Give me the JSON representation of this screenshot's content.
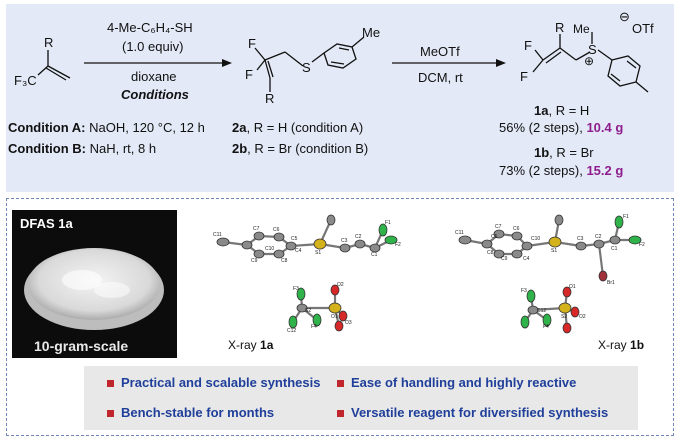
{
  "scheme": {
    "reagent1_line1": "4-Me-C₆H₄-SH",
    "reagent1_line2": "(1.0 equiv)",
    "solvent1": "dioxane",
    "conditions_label": "Conditions",
    "reagent2": "MeOTf",
    "solvent2": "DCM, rt",
    "conditionA_label": "Condition A:",
    "conditionA_text": "NaOH, 120 °C, 12 h",
    "conditionB_label": "Condition B:",
    "conditionB_text": "NaH, rt, 8 h",
    "intermediate_a_id": "2a",
    "intermediate_a_text": ", R = H (condition A)",
    "intermediate_b_id": "2b",
    "intermediate_b_text": ", R = Br (condition B)",
    "product_a_id": "1a",
    "product_a_text": ",  R = H",
    "product_a_yield": "56% (2 steps), ",
    "product_a_mass": "10.4 g",
    "product_b_id": "1b",
    "product_b_text": ", R = Br",
    "product_b_yield": "73% (2 steps), ",
    "product_b_mass": "15.2 g",
    "atoms": {
      "R": "R",
      "F3C": "F₃C",
      "F": "F",
      "S": "S",
      "Me": "Me",
      "plus": "⊕",
      "minus": "⊖",
      "OTf": "OTf"
    }
  },
  "photo": {
    "title": "DFAS 1a",
    "caption": "10-gram-scale"
  },
  "xray": {
    "label_prefix": "X-ray ",
    "a_id": "1a",
    "b_id": "1b",
    "atom_labels_a": [
      "C11",
      "C7",
      "C6",
      "C5",
      "C4",
      "C8",
      "C9",
      "C10",
      "S1",
      "C3",
      "C2",
      "C1",
      "F1",
      "F2",
      "F3",
      "F4",
      "C12",
      "S2",
      "O1",
      "O2",
      "O3"
    ],
    "atom_labels_b": [
      "C11",
      "C7",
      "C6",
      "C10",
      "C4",
      "C8",
      "C9",
      "C5",
      "S1",
      "C3",
      "C2",
      "C1",
      "F1",
      "F2",
      "Br1",
      "F3",
      "F4",
      "C12",
      "S2",
      "O1",
      "O2",
      "O3"
    ]
  },
  "features": [
    "Practical and scalable synthesis",
    "Ease of handling and highly reactive",
    "Bench-stable for months",
    "Versatile reagent for diversified synthesis"
  ],
  "colors": {
    "top_panel": "#e3e9f6",
    "feature_text": "#1f3f9a",
    "mass_highlight": "#8e1e8e",
    "bullet": "#c0272d",
    "fluorine": "#2fb34a",
    "sulfur": "#d4b21c",
    "oxygen": "#d62828",
    "carbon": "#8a8a8a"
  }
}
